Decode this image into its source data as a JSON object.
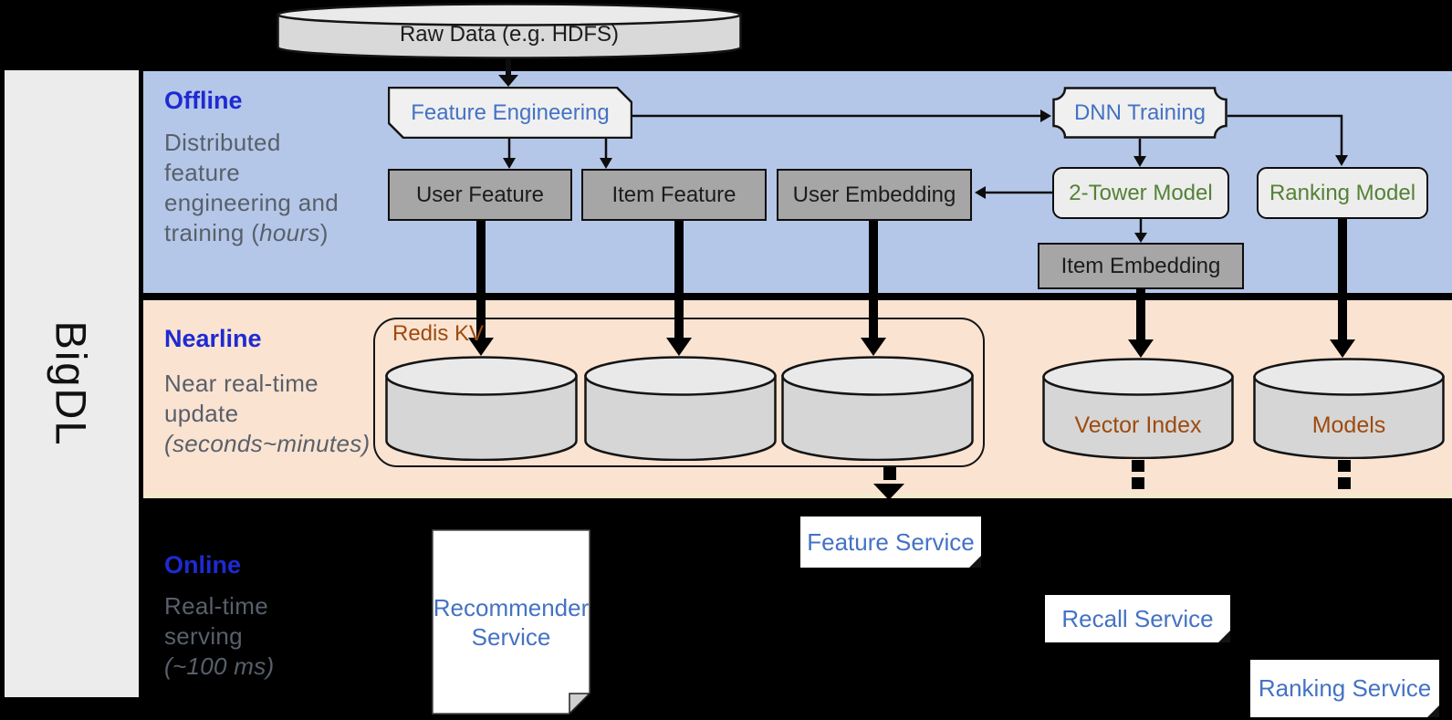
{
  "brand": {
    "label": "BigDL"
  },
  "raw_data": {
    "label": "Raw Data (e.g. HDFS)"
  },
  "sections": {
    "offline": {
      "title": "Offline",
      "desc_lines": [
        "Distributed",
        "feature",
        "engineering and"
      ],
      "desc_tail_prefix": "training (",
      "desc_tail_italic": "hours",
      "desc_tail_suffix": ")"
    },
    "nearline": {
      "title": "Nearline",
      "desc_lines": [
        "Near real-time",
        "update"
      ],
      "desc_italic_line": "(seconds~minutes)"
    },
    "online": {
      "title": "Online",
      "desc_lines": [
        "Real-time",
        "serving"
      ],
      "desc_italic_line": "(~100 ms)"
    }
  },
  "offline_nodes": {
    "feature_engineering": "Feature Engineering",
    "dnn_training": "DNN Training",
    "user_feature": "User Feature",
    "item_feature": "Item Feature",
    "user_embedding": "User Embedding",
    "two_tower_model": "2-Tower Model",
    "ranking_model": "Ranking Model",
    "item_embedding": "Item Embedding"
  },
  "nearline_nodes": {
    "redis_kv": "Redis KV",
    "vector_index": "Vector Index",
    "models": "Models"
  },
  "online_nodes": {
    "recommender_service": "Recommender Service",
    "feature_service": "Feature Service",
    "recall_service": "Recall Service",
    "ranking_service": "Ranking Service"
  },
  "colors": {
    "offline_bg": "#b5c7e8",
    "nearline_bg": "#fbe3d1",
    "section_title_blue": "#1e2ad2",
    "desc_text_gray": "#58606b",
    "process_text_blue": "#4472c4",
    "model_text_green": "#548235",
    "storage_text_brown": "#9e4a0e",
    "gray_box_fill": "#a6a6a6",
    "light_shape_fill": "#f0f0f0",
    "brand_bar_fill": "#ececec"
  }
}
